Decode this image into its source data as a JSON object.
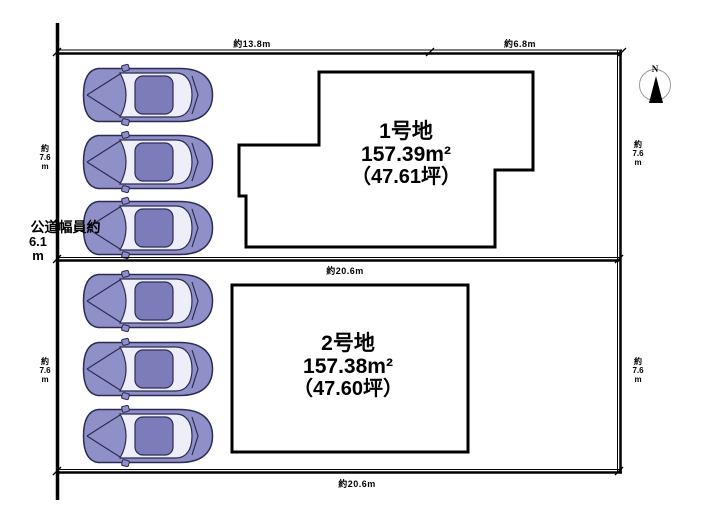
{
  "compass": {
    "north_label": "N"
  },
  "road": {
    "vertical_label": "公道幅員約",
    "value": "6.1",
    "unit": "m"
  },
  "dims": {
    "top_left_width": "約13.8m",
    "top_right_width": "約6.8m",
    "lot2_top_width": "約20.6m",
    "lot2_bottom_width": "約20.6m",
    "side_depth": {
      "approx": "約",
      "value": "7.6",
      "unit": "m"
    }
  },
  "lots": [
    {
      "name": "1号地",
      "area_sqm": "157.39m²",
      "area_tsubo": "（47.61坪）"
    },
    {
      "name": "2号地",
      "area_sqm": "157.38m²",
      "area_tsubo": "（47.60坪）"
    }
  ],
  "cars": {
    "count": 6
  },
  "colors": {
    "car_body": "#9090c8",
    "car_roof": "#7c7cba",
    "car_window": "#eeeef8",
    "outline": "#000000"
  }
}
